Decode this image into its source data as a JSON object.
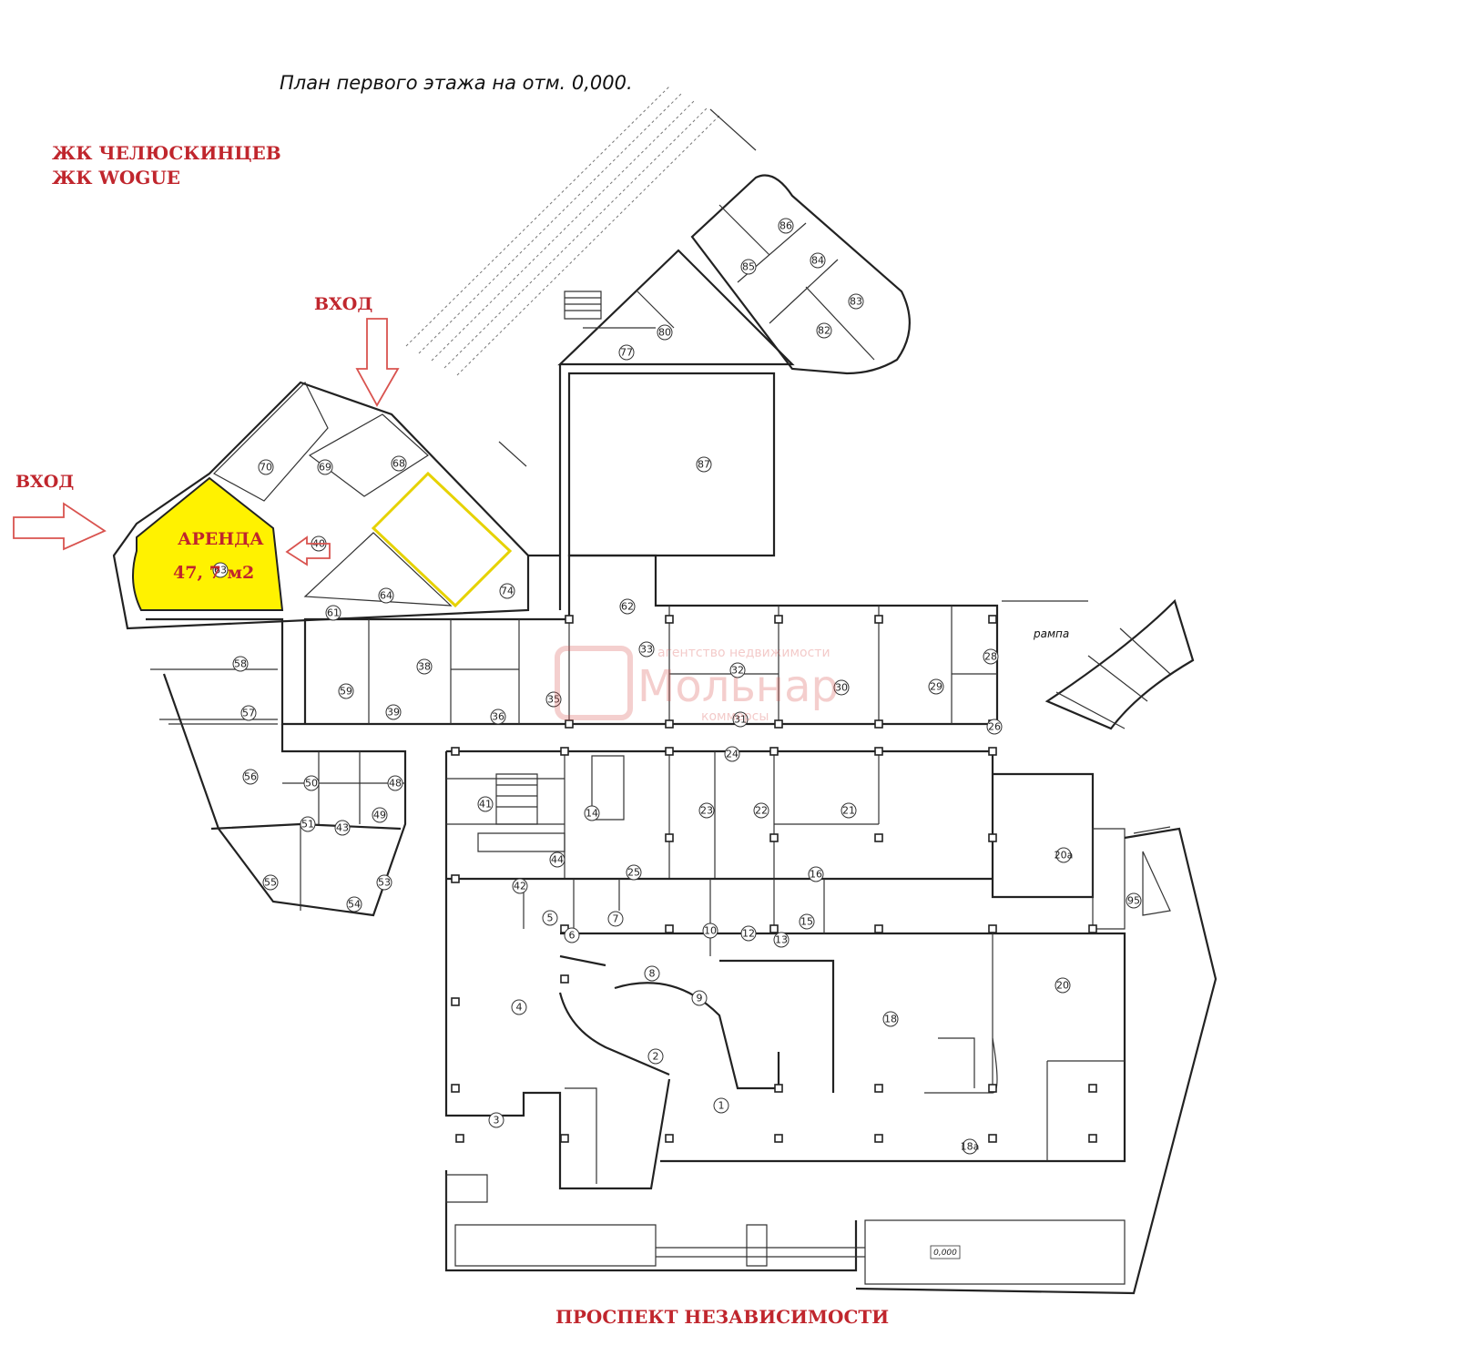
{
  "plan_title": "План первого этажа на отм. 0,000.",
  "complex_names": [
    "ЖК ЧЕЛЮСКИНЦЕВ",
    "ЖК WOGUE"
  ],
  "entrances": [
    {
      "id": "entrance-top",
      "label": "ВХОД"
    },
    {
      "id": "entrance-left",
      "label": "ВХОД"
    }
  ],
  "rental": {
    "label": "АРЕНДА",
    "area": "47, 7 м2",
    "highlight_color": "#fff200"
  },
  "street_label": "ПРОСПЕКТ НЕЗАВИСИМОСТИ",
  "ramp_label": "рампа",
  "elevation_mark": "0,000",
  "watermark": {
    "brand": "Мольнар",
    "top_line": "агентство недвижимости",
    "bottom_line": "коммерсы"
  },
  "colors": {
    "accent_red": "#c0262d",
    "wall": "#222222"
  },
  "rooms": [
    "86",
    "85",
    "84",
    "83",
    "82",
    "80",
    "77",
    "87",
    "70",
    "69",
    "68",
    "40",
    "63",
    "64",
    "61",
    "74",
    "62",
    "58",
    "59",
    "38",
    "39",
    "36",
    "35",
    "33",
    "32",
    "30",
    "29",
    "28",
    "26",
    "31",
    "57",
    "56",
    "24",
    "50",
    "48",
    "51",
    "43",
    "49",
    "41",
    "14",
    "23",
    "22",
    "21",
    "20a",
    "95",
    "44",
    "42",
    "25",
    "16",
    "55",
    "54",
    "53",
    "5",
    "6",
    "7",
    "10",
    "12",
    "13",
    "15",
    "8",
    "9",
    "4",
    "18",
    "20",
    "2",
    "1",
    "3",
    "18a"
  ]
}
